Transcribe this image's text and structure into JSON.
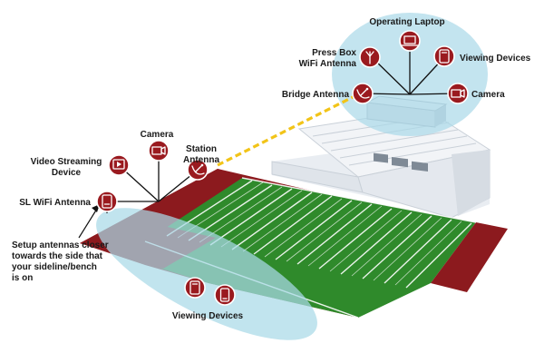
{
  "labels": {
    "operating_laptop": "Operating Laptop",
    "press_box_line1": "Press Box",
    "press_box_line2": "WiFi Antenna",
    "viewing_devices_top": "Viewing Devices",
    "bridge_antenna": "Bridge Antenna",
    "camera_top": "Camera",
    "camera_left": "Camera",
    "station_line1": "Station",
    "station_line2": "Antenna",
    "video_line1": "Video Streaming",
    "video_line2": "Device",
    "sl_wifi": "SL WiFi Antenna",
    "setup_line1": "Setup antennas closer",
    "setup_line2": "towards the side that",
    "setup_line3": "your sideline/bench",
    "setup_line4": "is on",
    "viewing_devices_bottom": "Viewing Devices"
  },
  "icons": {
    "laptop": "laptop-icon",
    "press_box_antenna": "antenna-icon",
    "tablet": "tablet-icon",
    "dish": "satellite-dish-icon",
    "camera": "camera-icon",
    "station": "station-antenna-icon",
    "video": "video-streaming-icon",
    "router": "router-icon",
    "phone": "phone-icon"
  },
  "colors": {
    "node": "#9a1a1f",
    "coverage": "#a9d9e8",
    "field_green": "#2f8a2b",
    "end_zone": "#8c1a1e",
    "link_dash": "#f2c418"
  }
}
